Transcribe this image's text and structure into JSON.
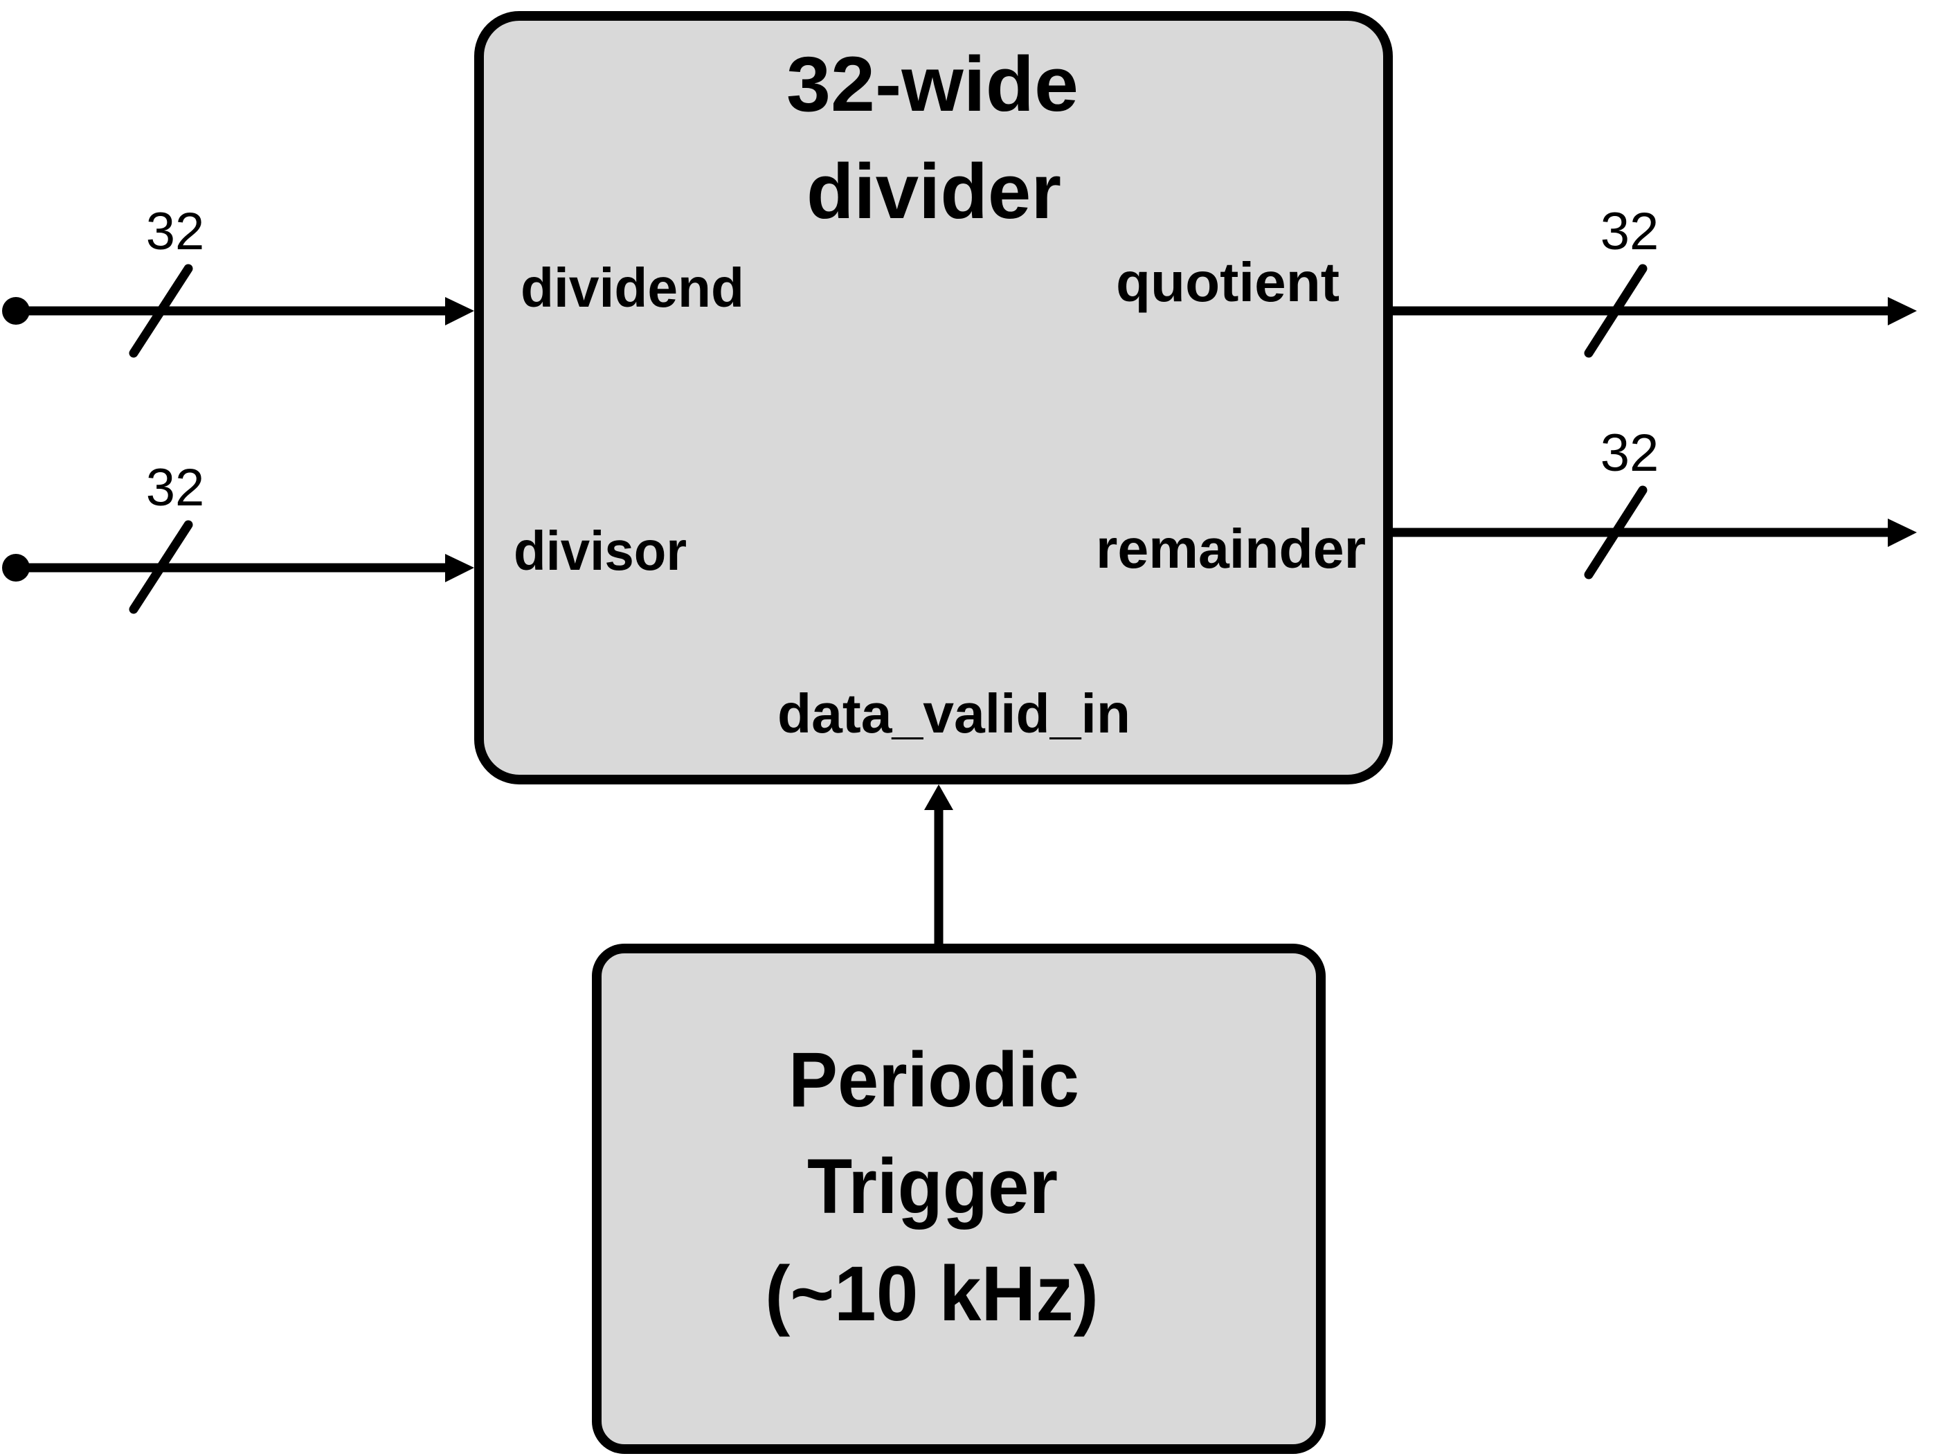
{
  "colors": {
    "block_fill": "#d9d9d9",
    "stroke": "#000000",
    "background": "#ffffff"
  },
  "divider_block": {
    "title_line1": "32-wide",
    "title_line2": "divider",
    "ports": {
      "dividend": "dividend",
      "divisor": "divisor",
      "quotient": "quotient",
      "remainder": "remainder",
      "data_valid_in": "data_valid_in"
    }
  },
  "trigger_block": {
    "line1": "Periodic",
    "line2": "Trigger",
    "line3": "(~10 kHz)"
  },
  "signals": {
    "dividend_width": "32",
    "divisor_width": "32",
    "quotient_width": "32",
    "remainder_width": "32"
  }
}
